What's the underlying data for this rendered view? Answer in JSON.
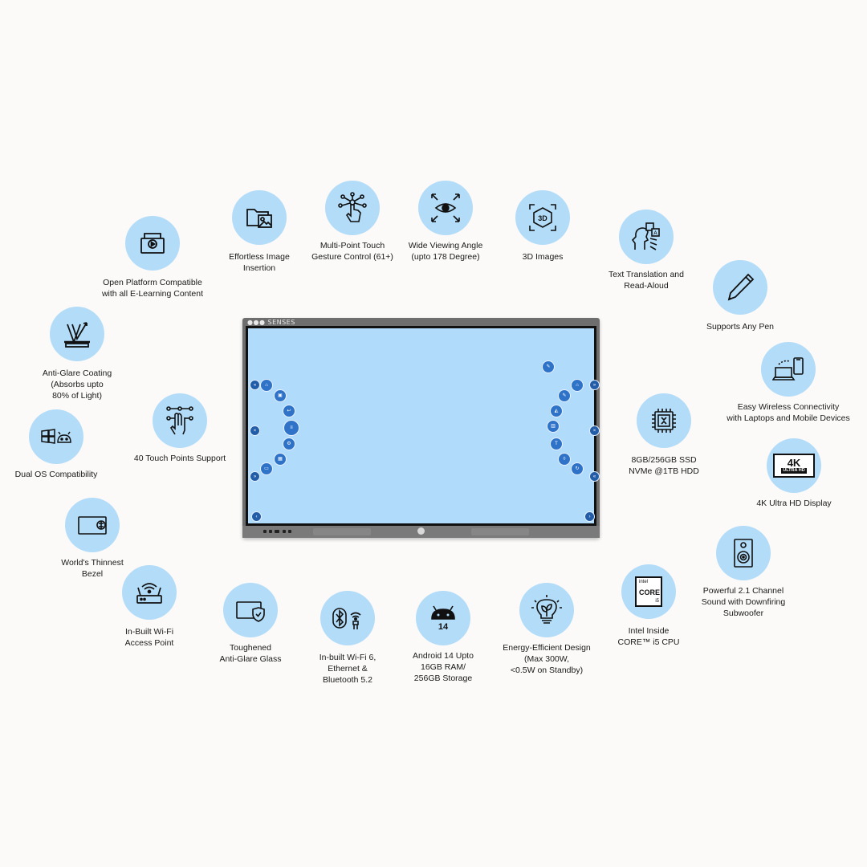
{
  "display": {
    "brand": "●●● SENSES"
  },
  "features": [
    {
      "id": "open-platform",
      "label": "Open Platform Compatible\nwith all E-Learning Content",
      "icon": "play-folder-icon"
    },
    {
      "id": "image-insertion",
      "label": "Effortless Image\nInsertion",
      "icon": "image-folder-icon"
    },
    {
      "id": "multi-touch",
      "label": "Multi-Point Touch\nGesture Control (61+)",
      "icon": "multi-touch-gesture-icon"
    },
    {
      "id": "viewing-angle",
      "label": "Wide Viewing Angle\n(upto 178 Degree)",
      "icon": "eye-arrows-icon"
    },
    {
      "id": "3d-images",
      "label": "3D Images",
      "icon": "3d-cube-icon"
    },
    {
      "id": "translation",
      "label": "Text Translation and\nRead-Aloud",
      "icon": "speaking-head-translate-icon"
    },
    {
      "id": "any-pen",
      "label": "Supports Any Pen",
      "icon": "pen-icon"
    },
    {
      "id": "anti-glare-coating",
      "label": "Anti-Glare Coating\n(Absorbs upto\n80% of Light)",
      "icon": "light-reflection-icon"
    },
    {
      "id": "40-touch",
      "label": "40 Touch Points Support",
      "icon": "hand-touch-points-icon"
    },
    {
      "id": "dual-os",
      "label": "Dual OS Compatibility",
      "icon": "windows-android-icon"
    },
    {
      "id": "wireless",
      "label": "Easy Wireless Connectivity\nwith Laptops and Mobile Devices",
      "icon": "laptop-phone-icon"
    },
    {
      "id": "storage",
      "label": "8GB/256GB SSD\nNVMe @1TB HDD",
      "icon": "chip-icon"
    },
    {
      "id": "4k",
      "label": "4K Ultra HD Display",
      "icon": "4k-ultrahd-icon",
      "badge_top": "4K",
      "badge_bottom": "ULTRA HD"
    },
    {
      "id": "bezel",
      "label": "World's Thinnest\nBezel",
      "icon": "thin-bezel-icon"
    },
    {
      "id": "wifi-ap",
      "label": "In-Built Wi-Fi\nAccess Point",
      "icon": "router-icon"
    },
    {
      "id": "toughened-glass",
      "label": "Toughened\nAnti-Glare Glass",
      "icon": "shield-screen-icon"
    },
    {
      "id": "connectivity",
      "label": "In-built Wi-Fi 6,\nEthernet &\nBluetooth 5.2",
      "icon": "bluetooth-wifi-icon"
    },
    {
      "id": "android",
      "label": "Android 14 Upto\n16GB RAM/\n256GB Storage",
      "icon": "android-14-icon",
      "badge": "14"
    },
    {
      "id": "energy",
      "label": "Energy-Efficient Design\n(Max 300W,\n<0.5W on Standby)",
      "icon": "eco-bulb-icon"
    },
    {
      "id": "intel",
      "label": "Intel Inside\nCORE™ i5 CPU",
      "icon": "intel-core-icon",
      "badge_top": "intel",
      "badge_mid": "CORE",
      "badge_bottom": "i5"
    },
    {
      "id": "sound",
      "label": "Powerful 2.1 Channel\nSound with Downfiring\nSubwoofer",
      "icon": "speaker-icon"
    }
  ],
  "colors": {
    "circle": "#b3dcf8",
    "screen": "#b1dbfb",
    "toolbar_button": "#2f73c9",
    "bezel": "#6e6e6e"
  }
}
